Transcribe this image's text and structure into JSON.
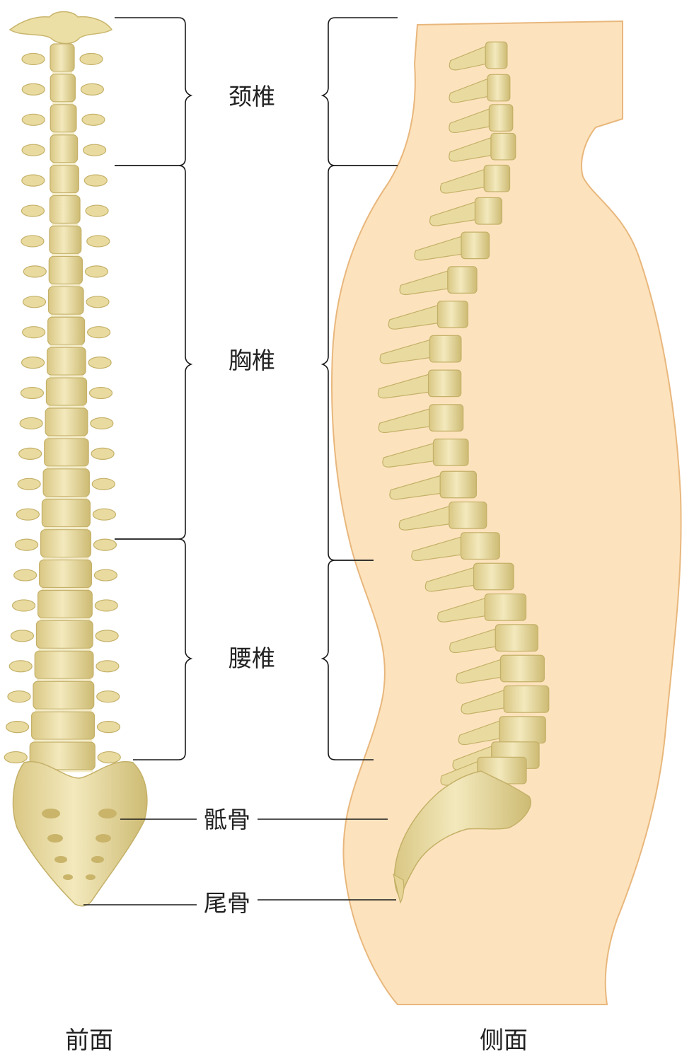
{
  "labels": {
    "cervical": "颈椎",
    "thoracic": "胸椎",
    "lumbar": "腰椎",
    "sacrum": "骶骨",
    "coccyx": "尾骨"
  },
  "captions": {
    "front": "前面",
    "side": "侧面"
  },
  "colors": {
    "bone": "#eadca0",
    "bone_dark": "#cdbb73",
    "bone_light": "#f6eecb",
    "body_silhouette": "#fde3bd",
    "silhouette_edge": "#e8b77d",
    "lines": "#1a1a1a"
  }
}
